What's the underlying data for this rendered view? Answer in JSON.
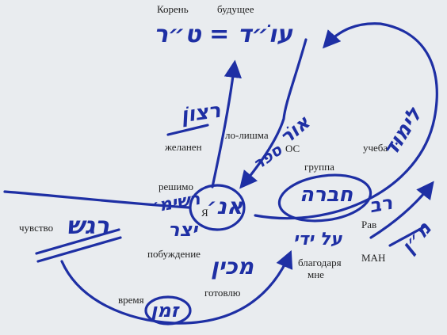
{
  "labels": {
    "koren": "Корень",
    "budushchee": "будущее",
    "zhelanen": "желанен",
    "lo_lishma": "ло-лишма",
    "os": "ОС",
    "ucheba": "учеба",
    "gruppa": "группа",
    "reshimo": "решимо",
    "ya": "Я",
    "chuvstvo": "чувство",
    "pobuzhdenie": "побуждение",
    "rav": "Рав",
    "man": "МАН",
    "blagodarya": "благодаря",
    "mne": "мне",
    "gotovlyu": "готовлю",
    "vremya": "время"
  },
  "hebrew": {
    "top_formula": "עוֹ״ד = ט״ר",
    "ratzon": "רצוֹן",
    "ohr": "אוֹר",
    "sefer": "ספר",
    "limud": "לימוּד",
    "chevra": "חברה",
    "ani": "אנ׳",
    "reshimo": "רשימ׳",
    "yetzer": "יצר",
    "regesh": "רגש",
    "rav": "רב",
    "man": "מ״ן",
    "al_yadai": "על ידי",
    "mechin": "מכין",
    "zman": "זמן"
  },
  "colors": {
    "ink": "#1e2fa4",
    "board": "#e9ecef",
    "text": "#222222"
  }
}
